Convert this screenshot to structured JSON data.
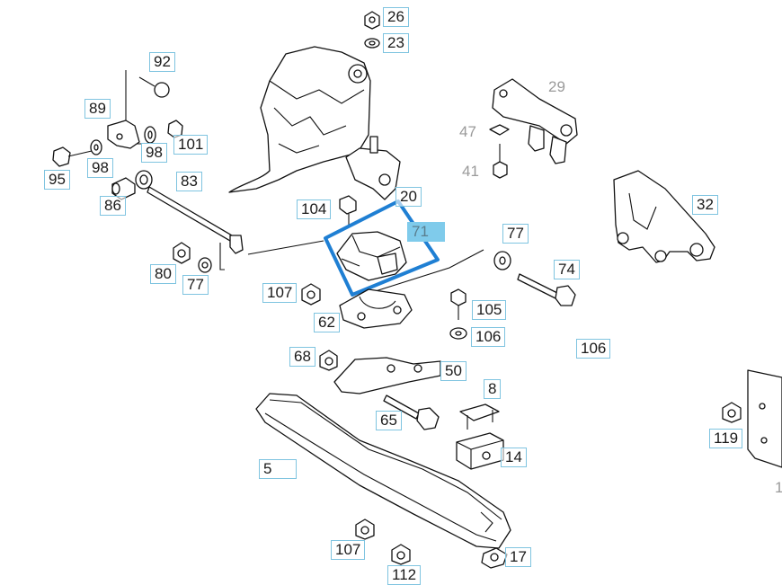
{
  "highlight_color": "#1f7fd3",
  "callout_border_color": "#7fc4e0",
  "active_callout_color": "#7fcbeb",
  "callouts": [
    {
      "id": "26",
      "label": "26"
    },
    {
      "id": "23",
      "label": "23"
    },
    {
      "id": "92",
      "label": "92"
    },
    {
      "id": "89",
      "label": "89"
    },
    {
      "id": "29",
      "label": "29"
    },
    {
      "id": "47",
      "label": "47"
    },
    {
      "id": "98a",
      "label": "98"
    },
    {
      "id": "101",
      "label": "101"
    },
    {
      "id": "95",
      "label": "95"
    },
    {
      "id": "98b",
      "label": "98"
    },
    {
      "id": "41",
      "label": "41"
    },
    {
      "id": "83",
      "label": "83"
    },
    {
      "id": "86",
      "label": "86"
    },
    {
      "id": "20",
      "label": "20"
    },
    {
      "id": "32",
      "label": "32"
    },
    {
      "id": "104",
      "label": "104"
    },
    {
      "id": "71",
      "label": "71"
    },
    {
      "id": "77a",
      "label": "77"
    },
    {
      "id": "80",
      "label": "80"
    },
    {
      "id": "77b",
      "label": "77"
    },
    {
      "id": "74",
      "label": "74"
    },
    {
      "id": "107a",
      "label": "107"
    },
    {
      "id": "105",
      "label": "105"
    },
    {
      "id": "62",
      "label": "62"
    },
    {
      "id": "106a",
      "label": "106"
    },
    {
      "id": "106b",
      "label": "106"
    },
    {
      "id": "68",
      "label": "68"
    },
    {
      "id": "50",
      "label": "50"
    },
    {
      "id": "8",
      "label": "8"
    },
    {
      "id": "65",
      "label": "65"
    },
    {
      "id": "119",
      "label": "119"
    },
    {
      "id": "14",
      "label": "14"
    },
    {
      "id": "5",
      "label": "5"
    },
    {
      "id": "1",
      "label": "1"
    },
    {
      "id": "107b",
      "label": "107"
    },
    {
      "id": "17",
      "label": "17"
    },
    {
      "id": "112",
      "label": "112"
    }
  ]
}
